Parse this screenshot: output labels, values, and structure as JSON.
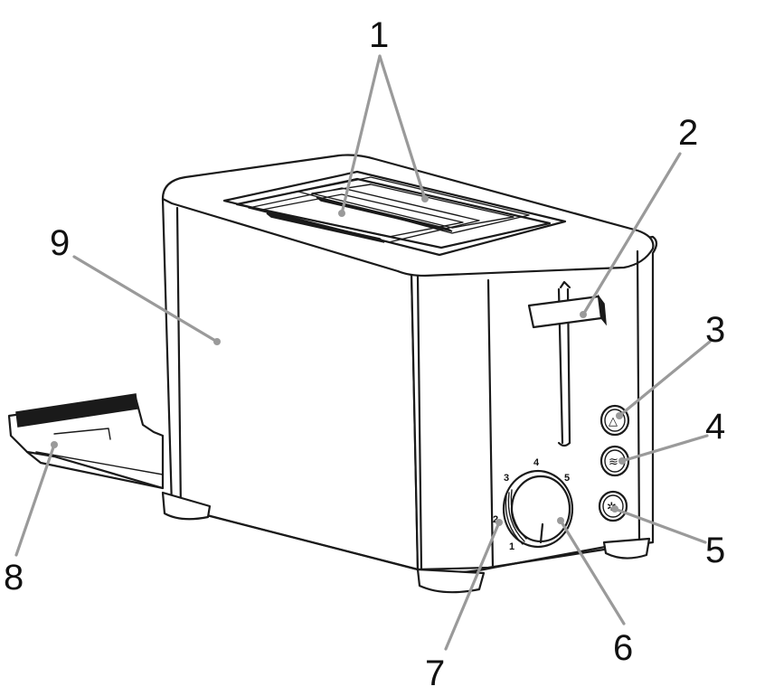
{
  "callouts": [
    {
      "id": "1",
      "label": "1"
    },
    {
      "id": "2",
      "label": "2"
    },
    {
      "id": "3",
      "label": "3"
    },
    {
      "id": "4",
      "label": "4"
    },
    {
      "id": "5",
      "label": "5"
    },
    {
      "id": "6",
      "label": "6"
    },
    {
      "id": "7",
      "label": "7"
    },
    {
      "id": "8",
      "label": "8"
    },
    {
      "id": "9",
      "label": "9"
    }
  ],
  "dial": {
    "marks": [
      "1",
      "2",
      "3",
      "4",
      "5"
    ]
  },
  "buttons": [
    {
      "icon": "eject-icon",
      "glyph": "△"
    },
    {
      "icon": "reheat-icon",
      "glyph": "≋"
    },
    {
      "icon": "defrost-icon",
      "glyph": "✲"
    }
  ],
  "colors": {
    "outline": "#1a1a1a",
    "leader": "#9a9a9a",
    "background": "#ffffff"
  }
}
